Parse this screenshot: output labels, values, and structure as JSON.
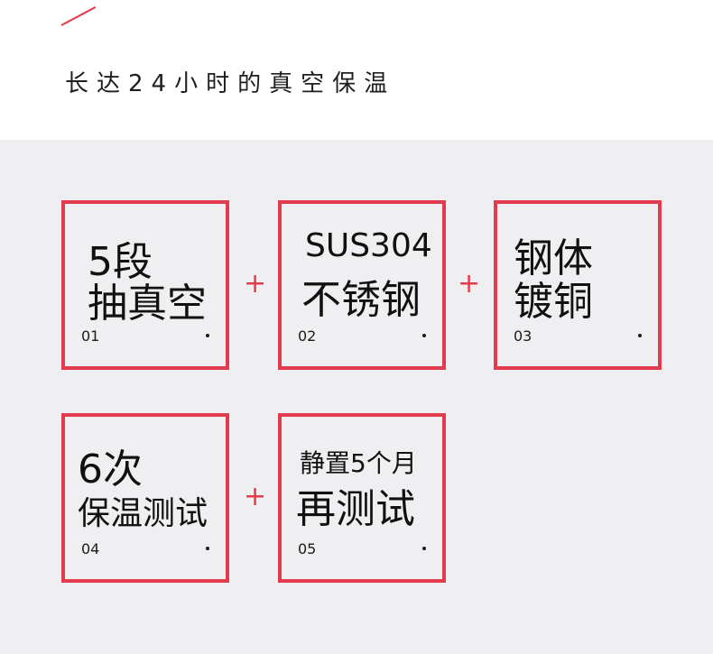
{
  "header": {
    "headline": "长达24小时的真空保温"
  },
  "colors": {
    "accent": "#e23b4d",
    "panel": "#efeff1"
  },
  "plus_symbol": "+",
  "cards": [
    {
      "line1": "5段",
      "line2": "抽真空",
      "number": "01"
    },
    {
      "line1": "SUS304",
      "line2": "不锈钢",
      "number": "02"
    },
    {
      "line1": "钢体",
      "line2": "镀铜",
      "number": "03"
    },
    {
      "line1": "6次",
      "line2": "保温测试",
      "number": "04"
    },
    {
      "line1": "静置5个月",
      "line2": "再测试",
      "number": "05"
    }
  ]
}
